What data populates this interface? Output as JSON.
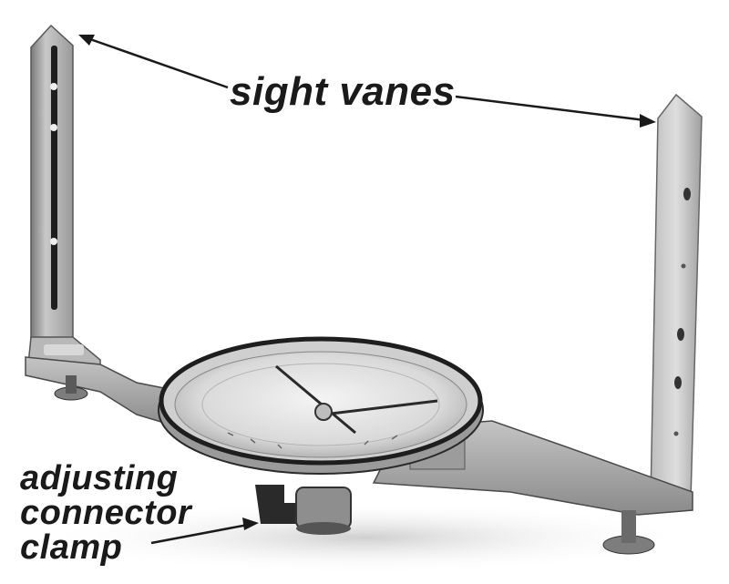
{
  "figure": {
    "subject": "surveyor's compass with sight vanes",
    "colors": {
      "background": "#ffffff",
      "metal_light": "#d8d8d8",
      "metal_mid": "#a9a9a9",
      "metal_dark": "#555555",
      "text": "#1a1a1a"
    },
    "labels": {
      "sight_vanes": "sight vanes",
      "clamp": {
        "line1": "adjusting",
        "line2": "connector",
        "line3": "clamp"
      }
    }
  }
}
